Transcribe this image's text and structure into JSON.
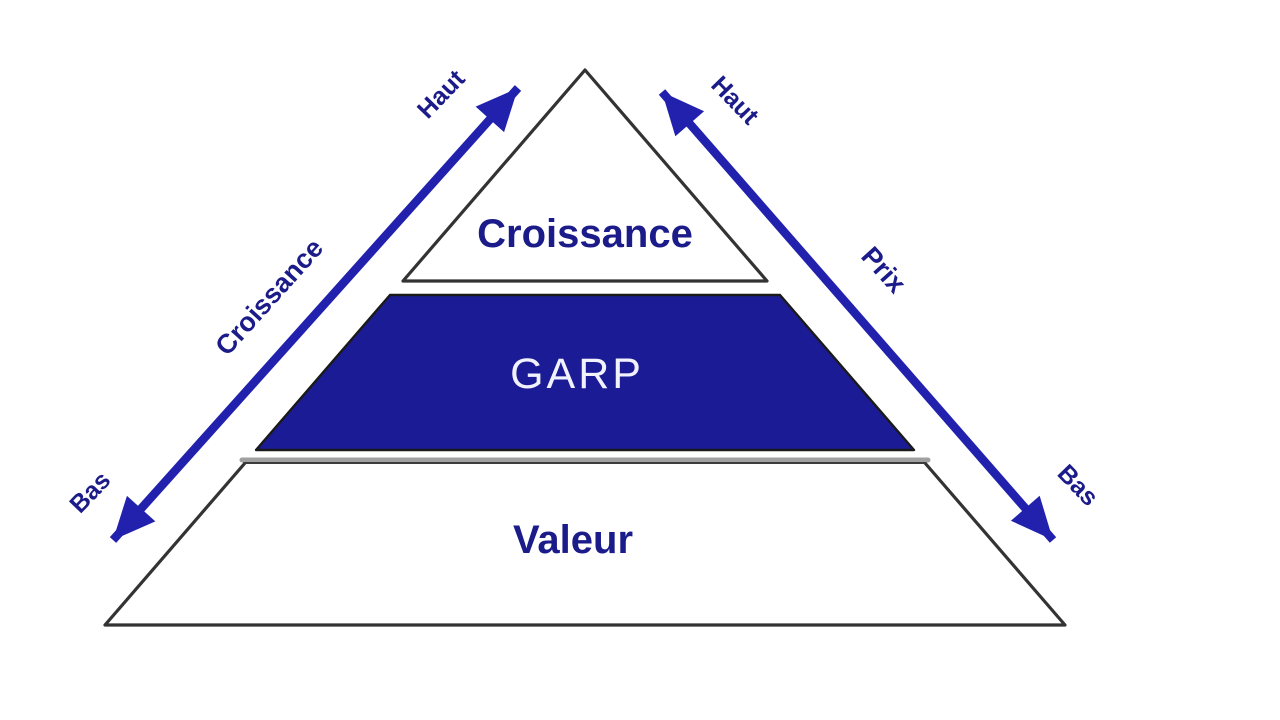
{
  "diagram": {
    "type": "pyramid",
    "levels": [
      {
        "id": "croissance",
        "label": "Croissance",
        "fill": "#FFFFFF"
      },
      {
        "id": "garp",
        "label": "GARP",
        "fill": "#1B1B96"
      },
      {
        "id": "valeur",
        "label": "Valeur",
        "fill": "#FFFFFF"
      }
    ],
    "left_axis": {
      "label": "Croissance",
      "top_label": "Haut",
      "bottom_label": "Bas",
      "direction": "double-arrow"
    },
    "right_axis": {
      "label": "Prix",
      "top_label": "Haut",
      "bottom_label": "Bas",
      "direction": "double-arrow"
    },
    "colors": {
      "navy_fill": "#1B1B96",
      "arrow_blue": "#2121AE",
      "text_navy": "#1B1B8A",
      "garp_text": "#F2F2FF",
      "outline": "#333333",
      "separator_gray": "#A0A0A0",
      "background": "#FFFFFF"
    }
  }
}
